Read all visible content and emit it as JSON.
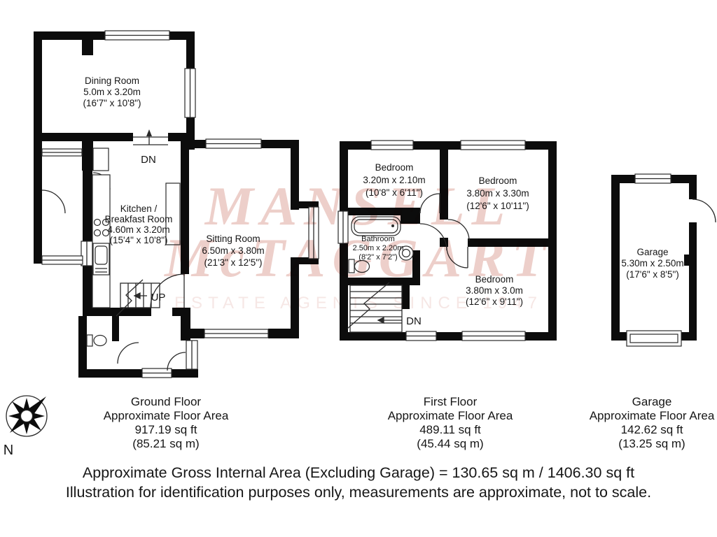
{
  "floors": {
    "ground": {
      "rooms": {
        "dining": {
          "line1": "Dining Room",
          "line2": "5.0m x 3.20m",
          "line3": "(16'7\" x 10'8\")"
        },
        "kitchen": {
          "line1": "Kitchen /",
          "line2": "Breakfast Room",
          "line3": "4.60m x 3.20m",
          "line4": "(15'4\" x 10'8\")"
        },
        "sitting": {
          "line1": "Sitting Room",
          "line2": "6.50m x 3.80m",
          "line3": "(21'3\" x 12'5\")"
        }
      },
      "stair_up_label": "UP",
      "step_down_label": "DN",
      "caption": {
        "line1": "Ground Floor",
        "line2": "Approximate Floor Area",
        "line3": "917.19 sq ft",
        "line4": "(85.21 sq m)"
      }
    },
    "first": {
      "rooms": {
        "bedroom1": {
          "line1": "Bedroom",
          "line2": "3.20m x 2.10m",
          "line3": "(10'8\" x 6'11\")"
        },
        "bedroom2": {
          "line1": "Bedroom",
          "line2": "3.80m x 3.30m",
          "line3": "(12'6\" x 10'11\")"
        },
        "bedroom3": {
          "line1": "Bedroom",
          "line2": "3.80m x 3.0m",
          "line3": "(12'6\" x 9'11\")"
        },
        "bathroom": {
          "line1": "Bathroom",
          "line2": "2.50m x 2.20m",
          "line3": "(8'2\" x 7'2\")"
        }
      },
      "stair_dn_label": "DN",
      "caption": {
        "line1": "First Floor",
        "line2": "Approximate Floor Area",
        "line3": "489.11 sq ft",
        "line4": "(45.44 sq m)"
      }
    },
    "garage": {
      "room": {
        "line1": "Garage",
        "line2": "5.30m x 2.50m",
        "line3": "(17'6\" x 8'5\")"
      },
      "caption": {
        "line1": "Garage",
        "line2": "Approximate Floor Area",
        "line3": "142.62 sq ft",
        "line4": "(13.25 sq m)"
      }
    }
  },
  "compass": {
    "north_label": "N"
  },
  "watermark": {
    "line1": "MANSELL",
    "line2": "McTAGGART",
    "line3": "ESTATE AGENTS SINCE 1947"
  },
  "footer": {
    "line1": "Approximate Gross Internal Area (Excluding Garage) = 130.65 sq m / 1406.30 sq ft",
    "line2": "Illustration for identification purposes only, measurements are approximate, not to scale."
  },
  "colors": {
    "wall": "#0c0c0c",
    "line": "#2a2a2a",
    "watermark_strong": "#edcfca",
    "watermark_light": "#f6e7e5"
  }
}
